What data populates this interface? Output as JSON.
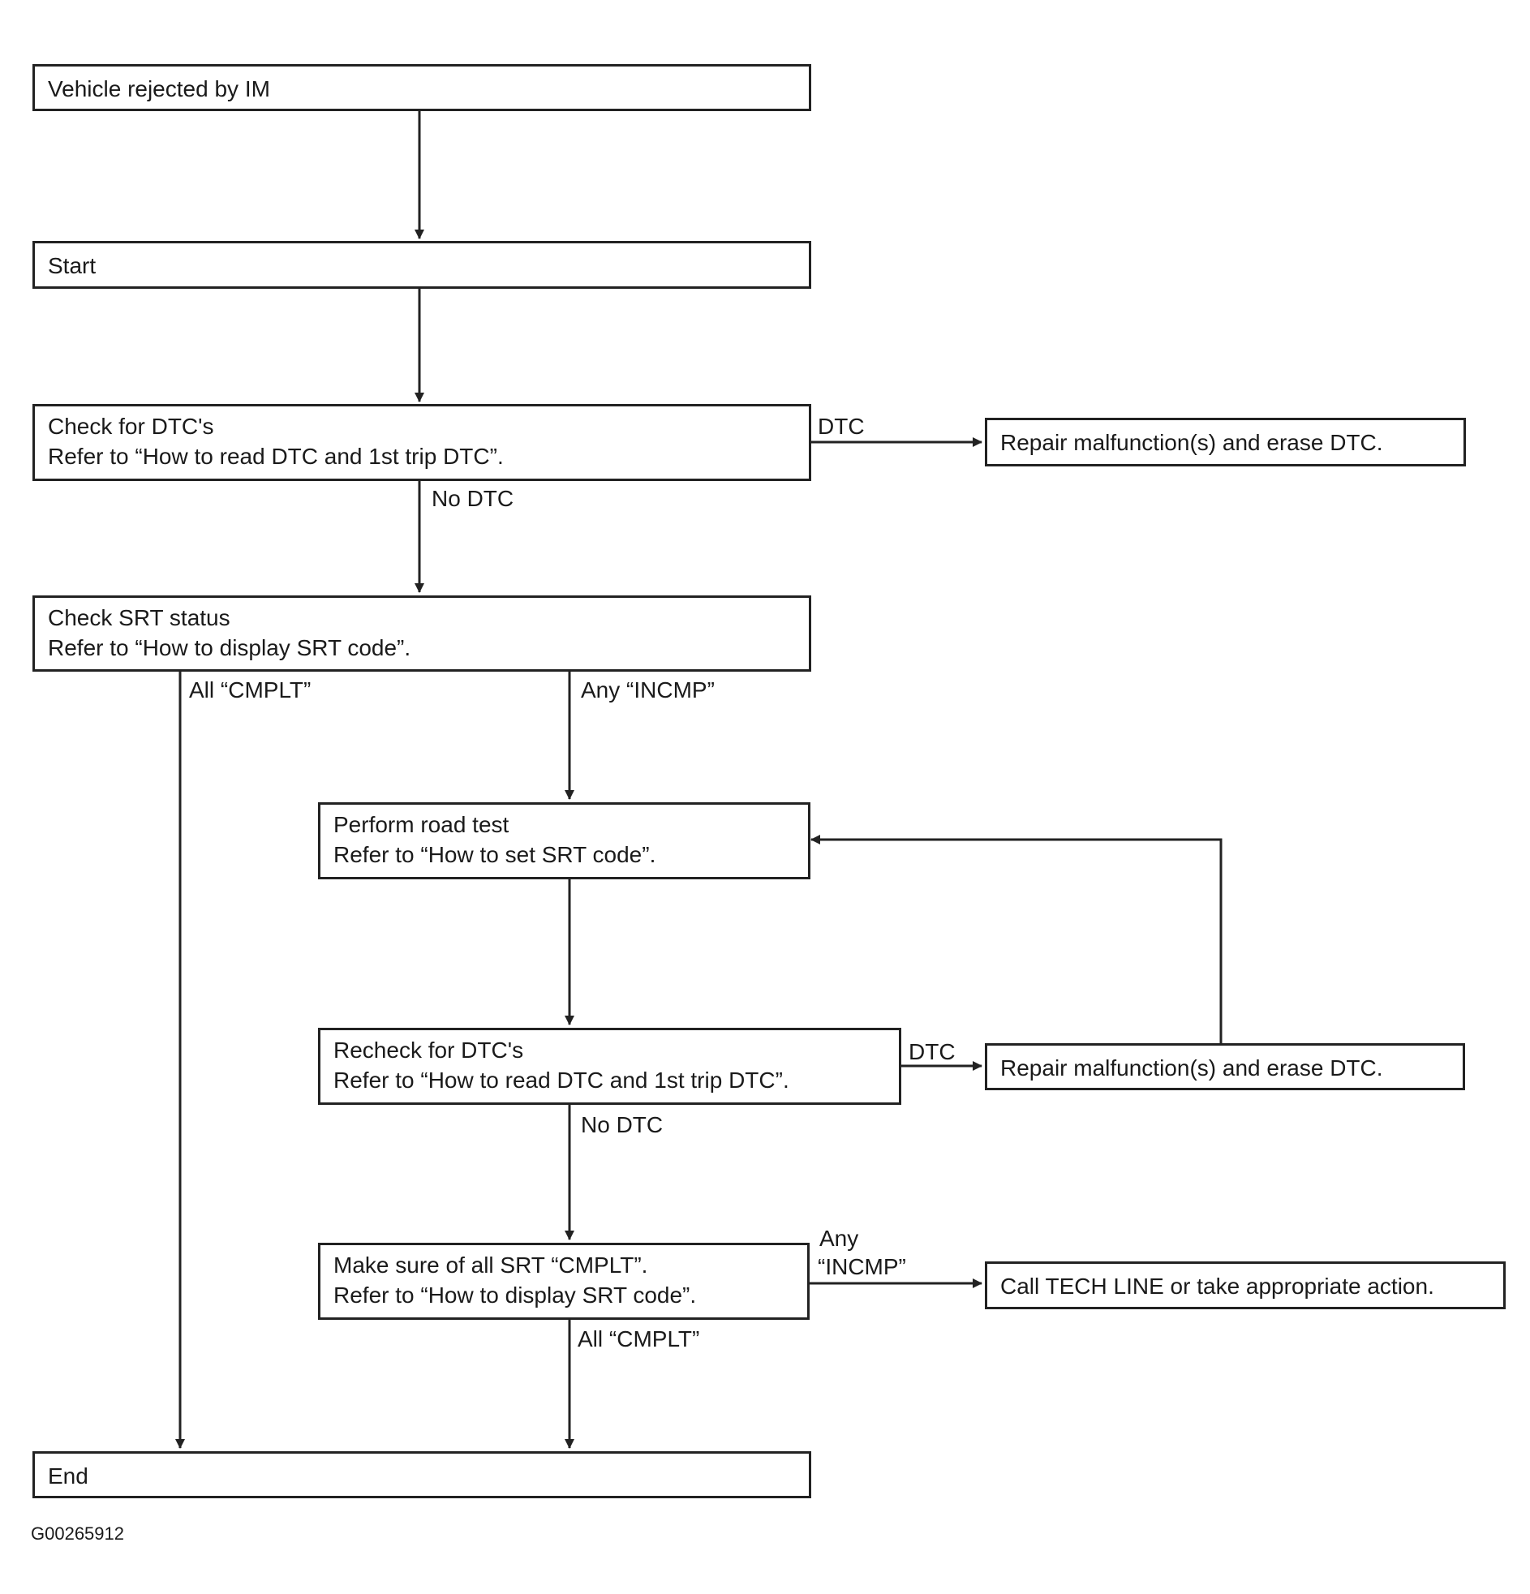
{
  "nodes": {
    "rejected": {
      "lines": [
        "Vehicle rejected by IM"
      ]
    },
    "start": {
      "lines": [
        "Start"
      ]
    },
    "check_dtc": {
      "lines": [
        "Check for DTC's",
        "Refer to “How to read DTC and 1st trip DTC”."
      ]
    },
    "repair_1": {
      "lines": [
        "Repair malfunction(s) and erase DTC."
      ]
    },
    "check_srt": {
      "lines": [
        "Check SRT status",
        "Refer to “How to display SRT code”."
      ]
    },
    "road_test": {
      "lines": [
        "Perform road test",
        "Refer to “How to set SRT code”."
      ]
    },
    "recheck_dtc": {
      "lines": [
        "Recheck for DTC's",
        "Refer to “How to read DTC and 1st trip DTC”."
      ]
    },
    "repair_2": {
      "lines": [
        "Repair malfunction(s) and erase DTC."
      ]
    },
    "make_sure": {
      "lines": [
        "Make sure of all SRT “CMPLT”.",
        "Refer to “How to display SRT code”."
      ]
    },
    "call_tech": {
      "lines": [
        "Call TECH LINE or take appropriate action."
      ]
    },
    "end": {
      "lines": [
        "End"
      ]
    }
  },
  "edges": {
    "dtc_1": "DTC",
    "no_dtc_1": "No DTC",
    "all_cmplt_1": "All “CMPLT”",
    "any_incmp_1": "Any “INCMP”",
    "dtc_2": "DTC",
    "no_dtc_2": "No DTC",
    "any_incmp_2": [
      "Any",
      "“INCMP”"
    ],
    "all_cmplt_2": "All “CMPLT”"
  },
  "figure_id": "G00265912"
}
